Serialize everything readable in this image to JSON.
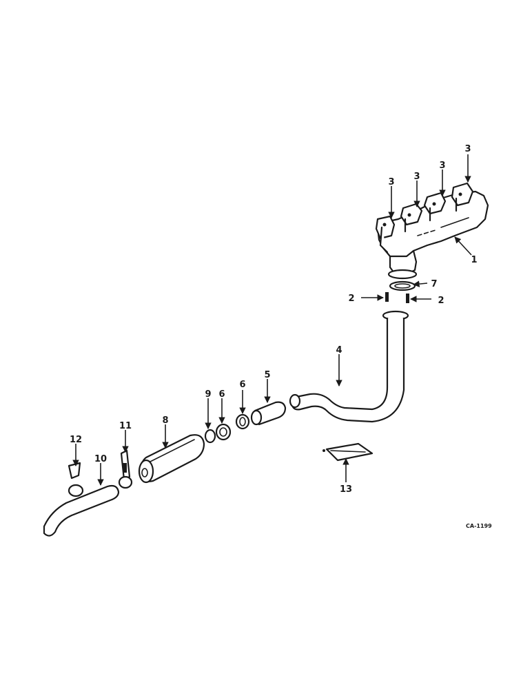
{
  "diagram": {
    "drawing_code": "CA-1199",
    "callouts": [
      {
        "id": "c1a",
        "label": "1"
      },
      {
        "id": "c2a",
        "label": "2"
      },
      {
        "id": "c2b",
        "label": "2"
      },
      {
        "id": "c3a",
        "label": "3"
      },
      {
        "id": "c3b",
        "label": "3"
      },
      {
        "id": "c3c",
        "label": "3"
      },
      {
        "id": "c3d",
        "label": "3"
      },
      {
        "id": "c4",
        "label": "4"
      },
      {
        "id": "c5",
        "label": "5"
      },
      {
        "id": "c6a",
        "label": "6"
      },
      {
        "id": "c6b",
        "label": "6"
      },
      {
        "id": "c7",
        "label": "7"
      },
      {
        "id": "c8",
        "label": "8"
      },
      {
        "id": "c9",
        "label": "9"
      },
      {
        "id": "c10",
        "label": "10"
      },
      {
        "id": "c11",
        "label": "11"
      },
      {
        "id": "c12",
        "label": "12"
      },
      {
        "id": "c13",
        "label": "13"
      }
    ]
  }
}
